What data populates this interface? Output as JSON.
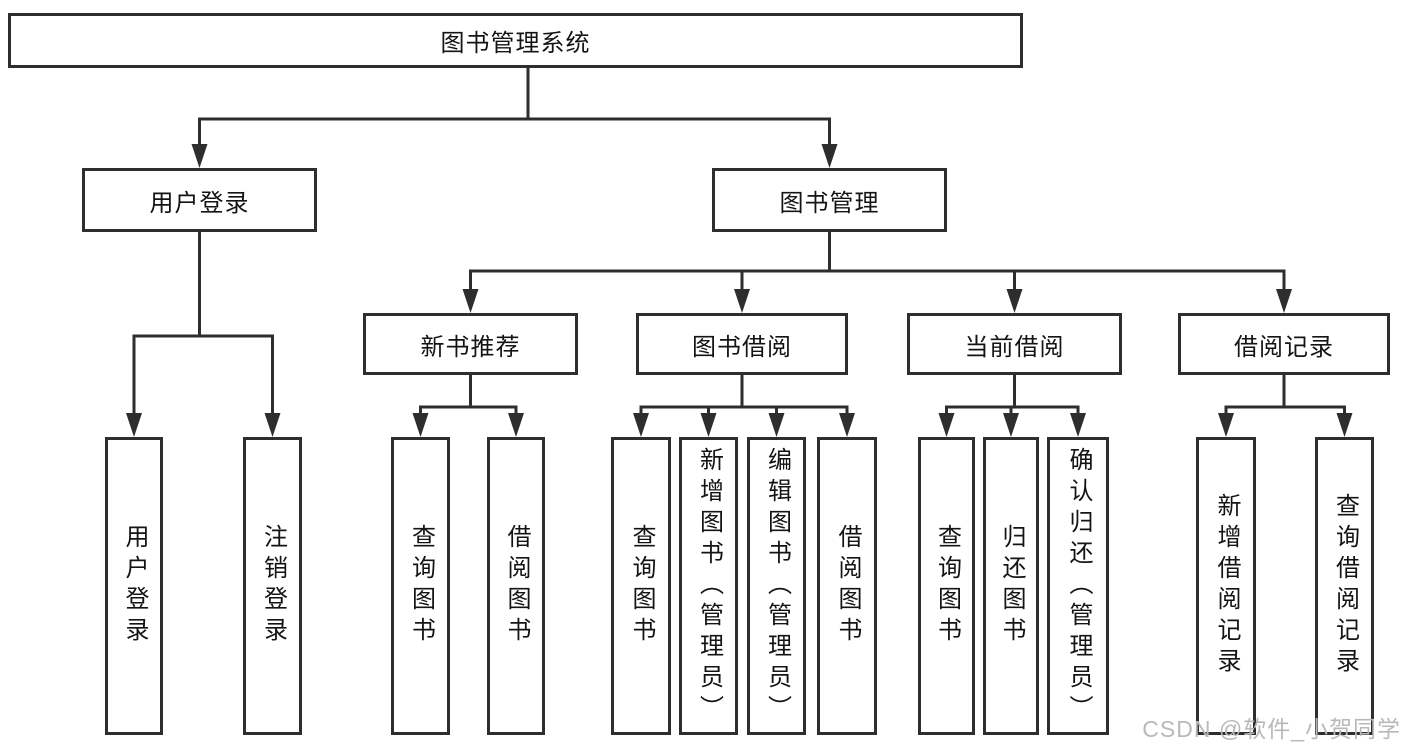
{
  "diagram": {
    "root": {
      "label": "图书管理系统"
    },
    "branches": [
      {
        "label": "用户登录",
        "children": [
          {
            "label": "用户登录"
          },
          {
            "label": "注销登录"
          }
        ]
      },
      {
        "label": "图书管理",
        "groups": [
          {
            "label": "新书推荐",
            "children": [
              {
                "label": "查询图书"
              },
              {
                "label": "借阅图书"
              }
            ]
          },
          {
            "label": "图书借阅",
            "children": [
              {
                "label": "查询图书"
              },
              {
                "label": "新增图书（管理员）"
              },
              {
                "label": "编辑图书（管理员）"
              },
              {
                "label": "借阅图书"
              }
            ]
          },
          {
            "label": "当前借阅",
            "children": [
              {
                "label": "查询图书"
              },
              {
                "label": "归还图书"
              },
              {
                "label": "确认归还（管理员）"
              }
            ]
          },
          {
            "label": "借阅记录",
            "children": [
              {
                "label": "新增借阅记录"
              },
              {
                "label": "查询借阅记录"
              }
            ]
          }
        ]
      }
    ]
  },
  "watermark": {
    "text": "CSDN @软件_小贺同学"
  },
  "colors": {
    "line": "#2e2e2e",
    "box_border": "#2e2e2e",
    "text": "#141414",
    "background": "#ffffff",
    "watermark": "#b9b9b9"
  }
}
